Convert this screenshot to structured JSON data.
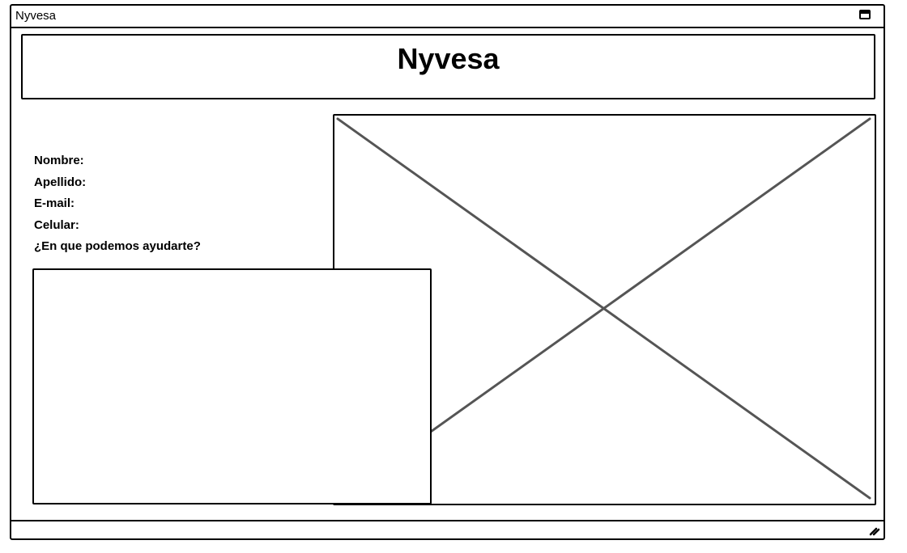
{
  "window": {
    "title": "Nyvesa"
  },
  "header": {
    "title": "Nyvesa"
  },
  "form": {
    "labels": [
      "Nombre:",
      "Apellido:",
      "E-mail:",
      "Celular:",
      "¿En que podemos ayudarte?"
    ],
    "message_value": ""
  },
  "colors": {
    "border": "#000000",
    "placeholder_lines": "#555555",
    "background": "#ffffff"
  },
  "icons": {
    "maximize": "maximize-icon",
    "resize": "resize-grip-icon",
    "image": "image-placeholder-icon"
  }
}
